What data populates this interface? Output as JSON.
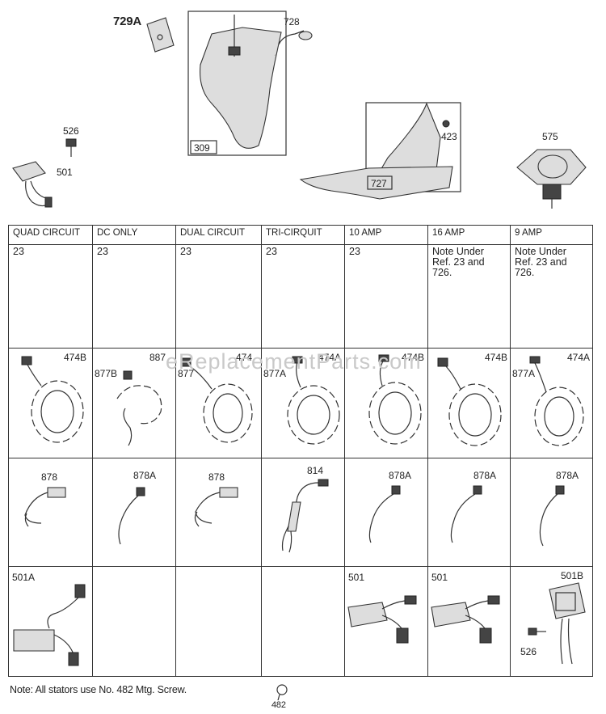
{
  "top_labels": {
    "ref_729A": "729A",
    "ref_728": "728",
    "ref_309": "309",
    "ref_526": "526",
    "ref_501": "501",
    "ref_423": "423",
    "ref_727": "727",
    "ref_575": "575"
  },
  "columns": [
    {
      "header": "QUAD CIRCUIT",
      "note": "23",
      "stator_refs": [
        "474B"
      ],
      "sensor_ref": "878",
      "regulator_ref": "501A",
      "regulator_sub": ""
    },
    {
      "header": "DC ONLY",
      "note": "23",
      "stator_refs": [
        "887",
        "877B"
      ],
      "sensor_ref": "878A",
      "regulator_ref": "",
      "regulator_sub": ""
    },
    {
      "header": "DUAL CIRCUIT",
      "note": "23",
      "stator_refs": [
        "474",
        "877"
      ],
      "sensor_ref": "878",
      "regulator_ref": "",
      "regulator_sub": ""
    },
    {
      "header": "TRI-CIRQUIT",
      "note": "23",
      "stator_refs": [
        "474A",
        "877A"
      ],
      "sensor_ref": "814",
      "regulator_ref": "",
      "regulator_sub": ""
    },
    {
      "header": "10 AMP",
      "note": "23",
      "stator_refs": [
        "474B"
      ],
      "sensor_ref": "878A",
      "regulator_ref": "501",
      "regulator_sub": ""
    },
    {
      "header": "16 AMP",
      "note": "Note Under Ref. 23 and 726.",
      "stator_refs": [
        "474B"
      ],
      "sensor_ref": "878A",
      "regulator_ref": "501",
      "regulator_sub": ""
    },
    {
      "header": "9 AMP",
      "note": "Note Under Ref. 23 and 726.",
      "stator_refs": [
        "474A",
        "877A"
      ],
      "sensor_ref": "878A",
      "regulator_ref": "501B",
      "regulator_sub": "526"
    }
  ],
  "footer": {
    "note": "Note: All stators use No. 482 Mtg. Screw.",
    "screw_ref": "482"
  },
  "watermark": "eReplacementParts.com"
}
